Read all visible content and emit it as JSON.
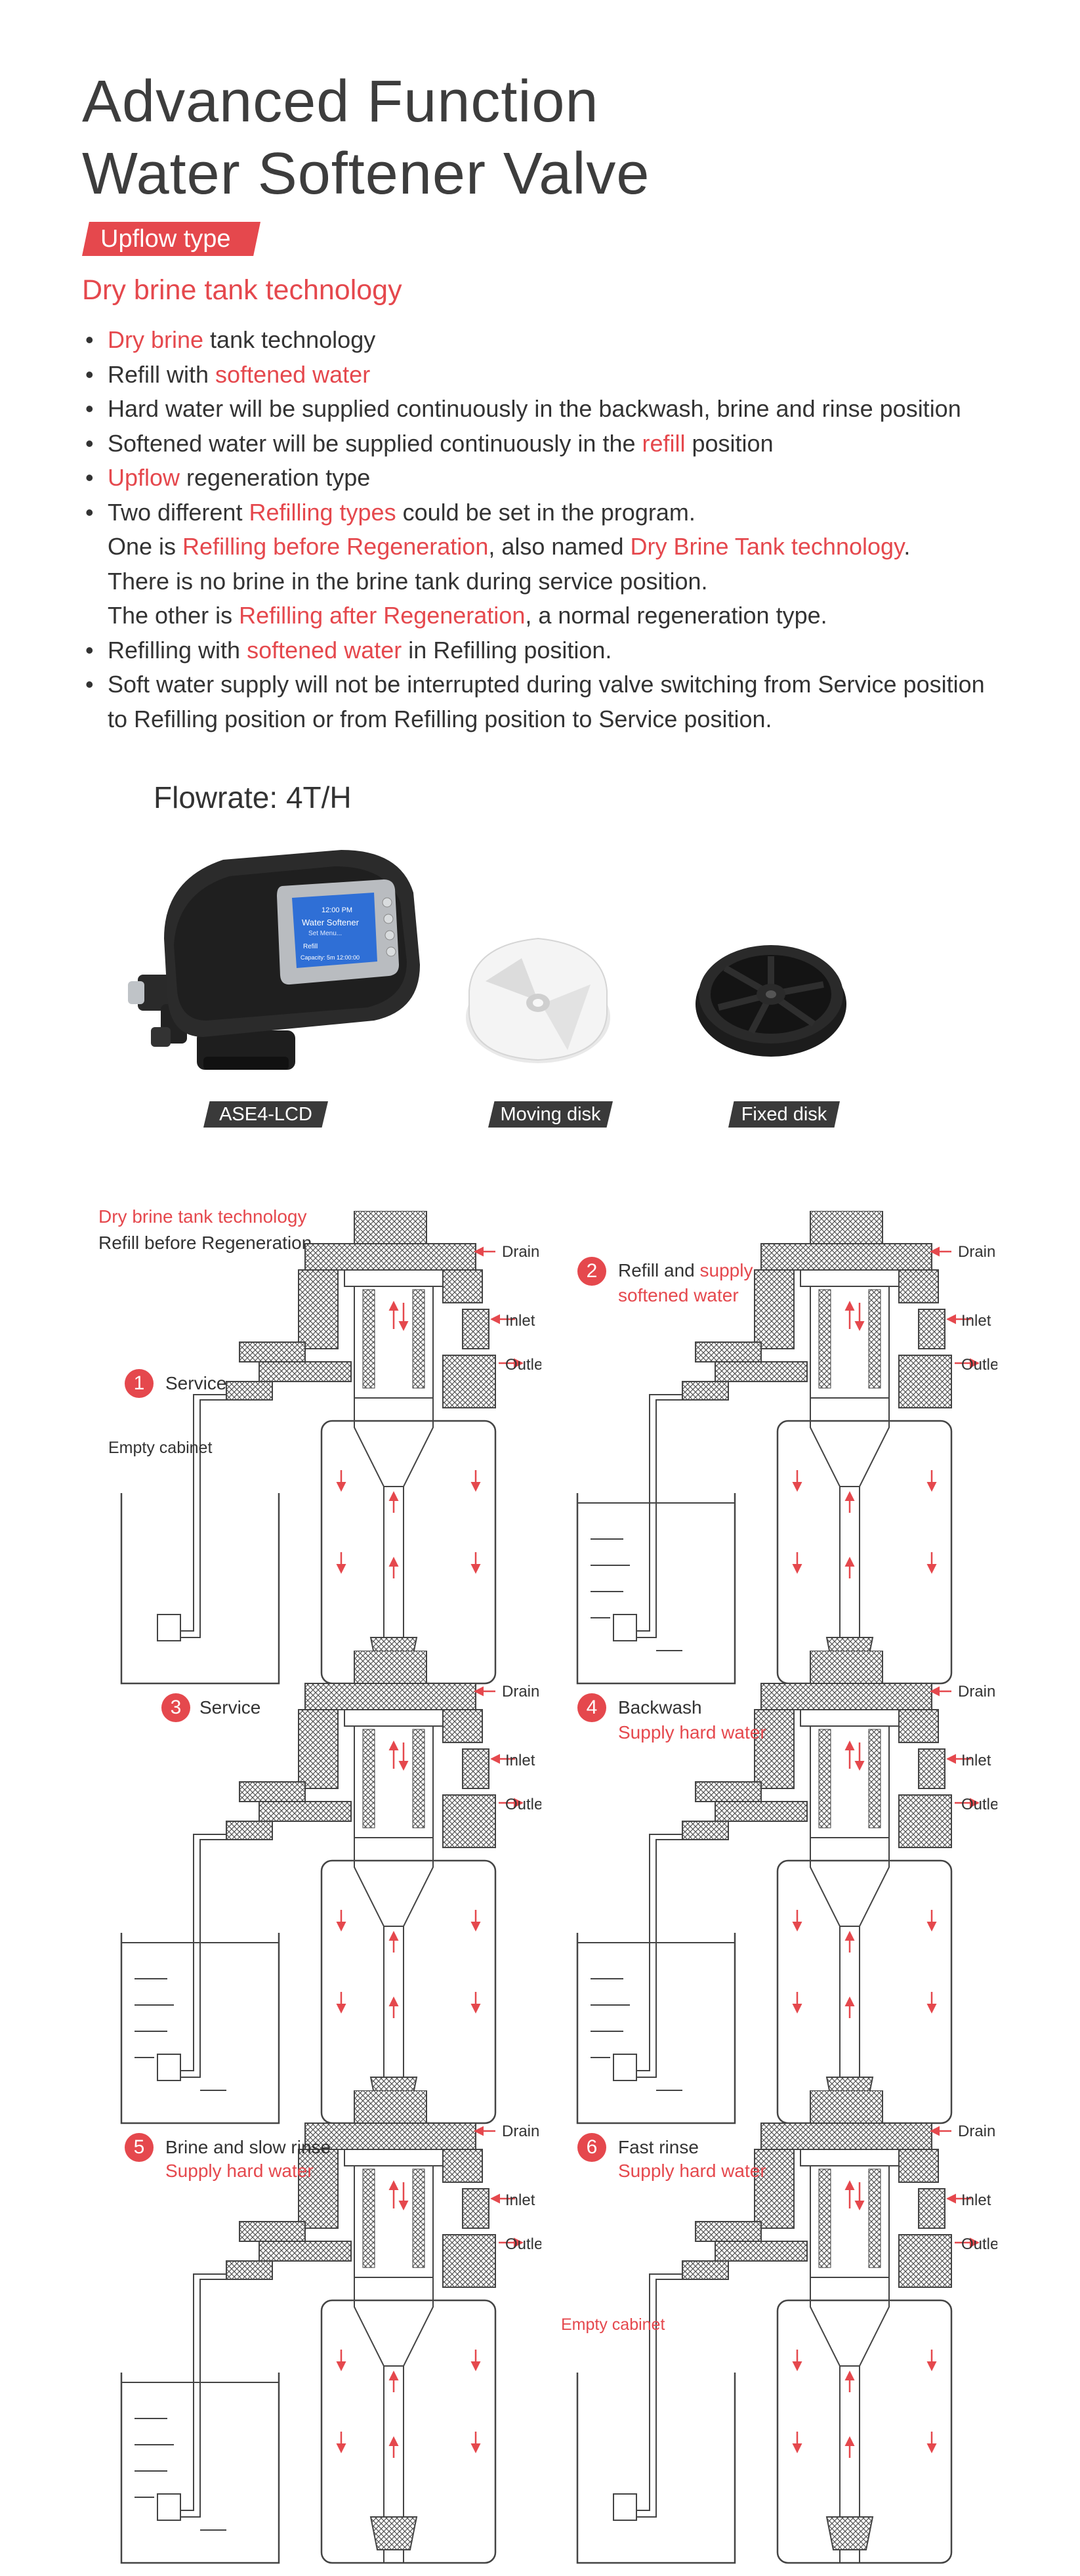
{
  "title_line1": "Advanced Function",
  "title_line2": "Water Softener Valve",
  "badge": "Upflow type",
  "subheading": "Dry brine tank technology",
  "bullets": {
    "b1_red": "Dry brine",
    "b1_rest": " tank technology",
    "b2_pre": "Refill with ",
    "b2_red": "softened water",
    "b3": "Hard water will be supplied continuously in the backwash, brine and rinse position",
    "b4_pre": "Softened water will be supplied continuously in the ",
    "b4_red": "refill",
    "b4_post": " position",
    "b5_red": "Upflow",
    "b5_rest": " regeneration type",
    "b6_pre": "Two different ",
    "b6_red": "Refilling types",
    "b6_post": " could be set in the program.",
    "b6_l2_pre": "One is ",
    "b6_l2_red1": "Refilling before Regeneration",
    "b6_l2_mid": ", also named ",
    "b6_l2_red2": "Dry Brine Tank technology",
    "b6_l2_post": ".",
    "b6_l3": "There is no brine in the brine tank during service position.",
    "b6_l4_pre": "The other is ",
    "b6_l4_red": "Refilling after Regeneration",
    "b6_l4_post": ", a normal regeneration type.",
    "b7_pre": "Refilling with ",
    "b7_red": "softened water",
    "b7_post": " in Refilling position.",
    "b8_l1": "Soft water supply will not be interrupted during valve switching from Service position",
    "b8_l2": "to Refilling position or from Refilling position to Service position."
  },
  "flowrate": "Flowrate: 4T/H",
  "products": {
    "valve_tag": "ASE4-LCD",
    "moving_tag": "Moving disk",
    "fixed_tag": "Fixed disk",
    "lcd_line1": "12:00 PM",
    "lcd_line2": "Water Softener",
    "lcd_line3": "Set Menu...",
    "lcd_line4": "Refill",
    "lcd_line5": "Capacity: 5m  12:00:00"
  },
  "diagrams": {
    "intro_red": "Dry brine tank technology",
    "intro_black": "Refill before Regeneration",
    "drain": "Drain",
    "inlet": "Inlet",
    "outlet": "Outlet",
    "d1": {
      "num": "1",
      "label": "Service",
      "side": "Empty cabinet"
    },
    "d2": {
      "num": "2",
      "label_pre": "Refill and ",
      "label_red": "supply",
      "sub": "softened water"
    },
    "d3": {
      "num": "3",
      "label": "Service"
    },
    "d4": {
      "num": "4",
      "label": "Backwash",
      "sub": "Supply hard water"
    },
    "d5": {
      "num": "5",
      "label": "Brine and slow rinse",
      "sub": "Supply hard water"
    },
    "d6": {
      "num": "6",
      "label": "Fast rinse",
      "sub": "Supply hard water",
      "side": "Empty cabinet"
    }
  },
  "colors": {
    "accent": "#e5484d",
    "text": "#333333",
    "tag_bg": "#3a3a3a"
  }
}
